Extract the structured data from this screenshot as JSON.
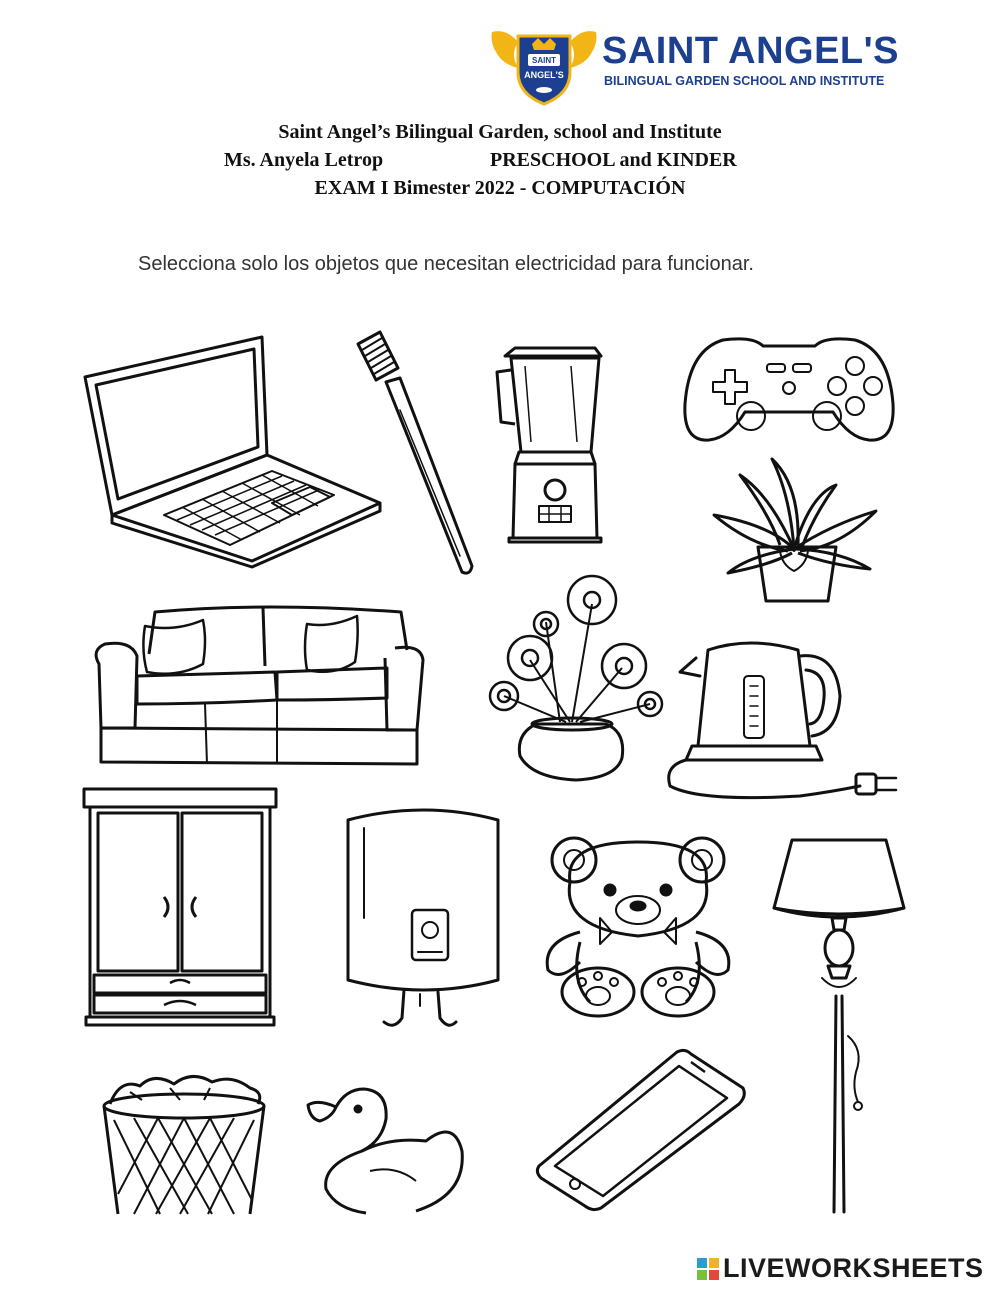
{
  "logo": {
    "name": "SAINT ANGEL'S",
    "subtitle": "BILINGUAL GARDEN SCHOOL AND INSTITUTE",
    "brand_color": "#1d3f8f",
    "accent_color": "#f2b515"
  },
  "header": {
    "school": "Saint Angel’s Bilingual Garden, school and Institute",
    "teacher": "Ms. Anyela Letrop",
    "level": "PRESCHOOL and KINDER",
    "exam": "EXAM I Bimester 2022 - COMPUTACIÓN"
  },
  "instruction": "Selecciona solo los objetos que necesitan electricidad para funcionar.",
  "items": [
    {
      "icon": "laptop-icon"
    },
    {
      "icon": "toothbrush-icon"
    },
    {
      "icon": "blender-icon"
    },
    {
      "icon": "game-controller-icon"
    },
    {
      "icon": "potted-plant-icon"
    },
    {
      "icon": "sofa-icon"
    },
    {
      "icon": "flower-vase-icon"
    },
    {
      "icon": "electric-kettle-icon"
    },
    {
      "icon": "wardrobe-icon"
    },
    {
      "icon": "water-heater-icon"
    },
    {
      "icon": "teddy-bear-icon"
    },
    {
      "icon": "floor-lamp-icon"
    },
    {
      "icon": "waste-basket-icon"
    },
    {
      "icon": "rubber-duck-icon"
    },
    {
      "icon": "smartphone-icon"
    }
  ],
  "footer": {
    "brand": "LIVEWORKSHEETS"
  }
}
